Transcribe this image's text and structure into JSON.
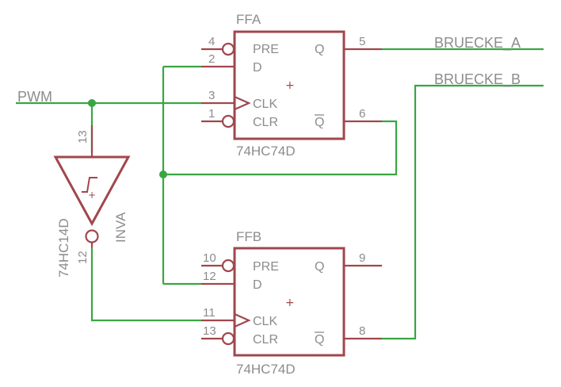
{
  "nets": {
    "pwm": "PWM",
    "bruecke_a": "BRUECKE_A",
    "bruecke_b": "BRUECKE_B"
  },
  "ffa": {
    "name": "FFA",
    "value": "74HC74D",
    "pins": {
      "pre": {
        "label": "PRE",
        "num": "4"
      },
      "d": {
        "label": "D",
        "num": "2"
      },
      "clk": {
        "label": "CLK",
        "num": "3"
      },
      "clr": {
        "label": "CLR",
        "num": "1"
      },
      "q": {
        "label": "Q",
        "num": "5"
      },
      "qbar": {
        "label": "Q",
        "num": "6"
      }
    }
  },
  "ffb": {
    "name": "FFB",
    "value": "74HC74D",
    "pins": {
      "pre": {
        "label": "PRE",
        "num": "10"
      },
      "d": {
        "label": "D",
        "num": "12"
      },
      "clk": {
        "label": "CLK",
        "num": "11"
      },
      "clr": {
        "label": "CLR",
        "num": "13"
      },
      "q": {
        "label": "Q",
        "num": "9"
      },
      "qbar": {
        "label": "Q",
        "num": "8"
      }
    }
  },
  "inva": {
    "name": "INVA",
    "value": "74HC14D",
    "pin_in": "13",
    "pin_out": "12"
  },
  "colors": {
    "component": "#a0474d",
    "wire": "#3aa642",
    "label": "#8c8c8c"
  }
}
